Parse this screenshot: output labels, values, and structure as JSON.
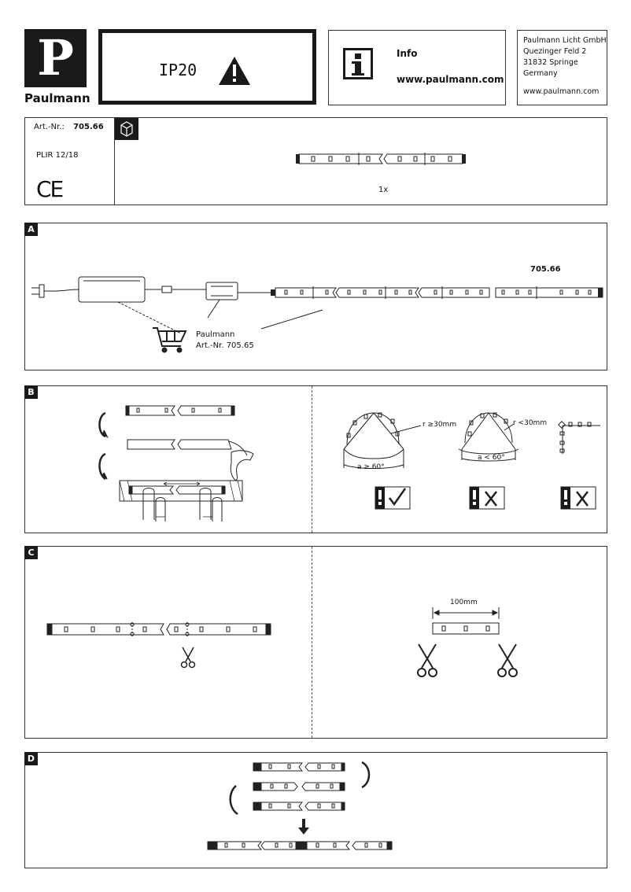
{
  "header": {
    "brand_name": "Paulmann",
    "logo_letter": "P",
    "ip_rating": "IP20",
    "warning_icon": "warning-triangle-icon",
    "info_icon": "info-icon",
    "info_title": "Info",
    "info_url": "www.paulmann.com",
    "address_lines": [
      "Paulmann Licht GmbH",
      "Quezinger Feld 2",
      "31832 Springe",
      "Germany"
    ],
    "address_url": "www.paulmann.com"
  },
  "product": {
    "art_label": "Art.-Nr.:",
    "art_number": "705.66",
    "package_icon": "package-box-icon",
    "model": "PLIR 12/18",
    "ce_mark": "CE",
    "quantity": "1x"
  },
  "section_a": {
    "tag": "A",
    "strip_number": "705.66",
    "brand": "Paulmann",
    "art_line": "Art.-Nr. 705.65",
    "cart_icon": "shopping-cart-icon"
  },
  "section_b": {
    "tag": "B",
    "radius_ok": "r ≥30mm",
    "radius_bad": "r <30mm",
    "angle_ok": "a ≥ 60°",
    "angle_bad": "a < 60°"
  },
  "section_c": {
    "tag": "C",
    "cut_length": "100mm",
    "scissors_icon": "scissors-icon"
  },
  "section_d": {
    "tag": "D",
    "arrow_icon": "arrow-down-icon"
  }
}
